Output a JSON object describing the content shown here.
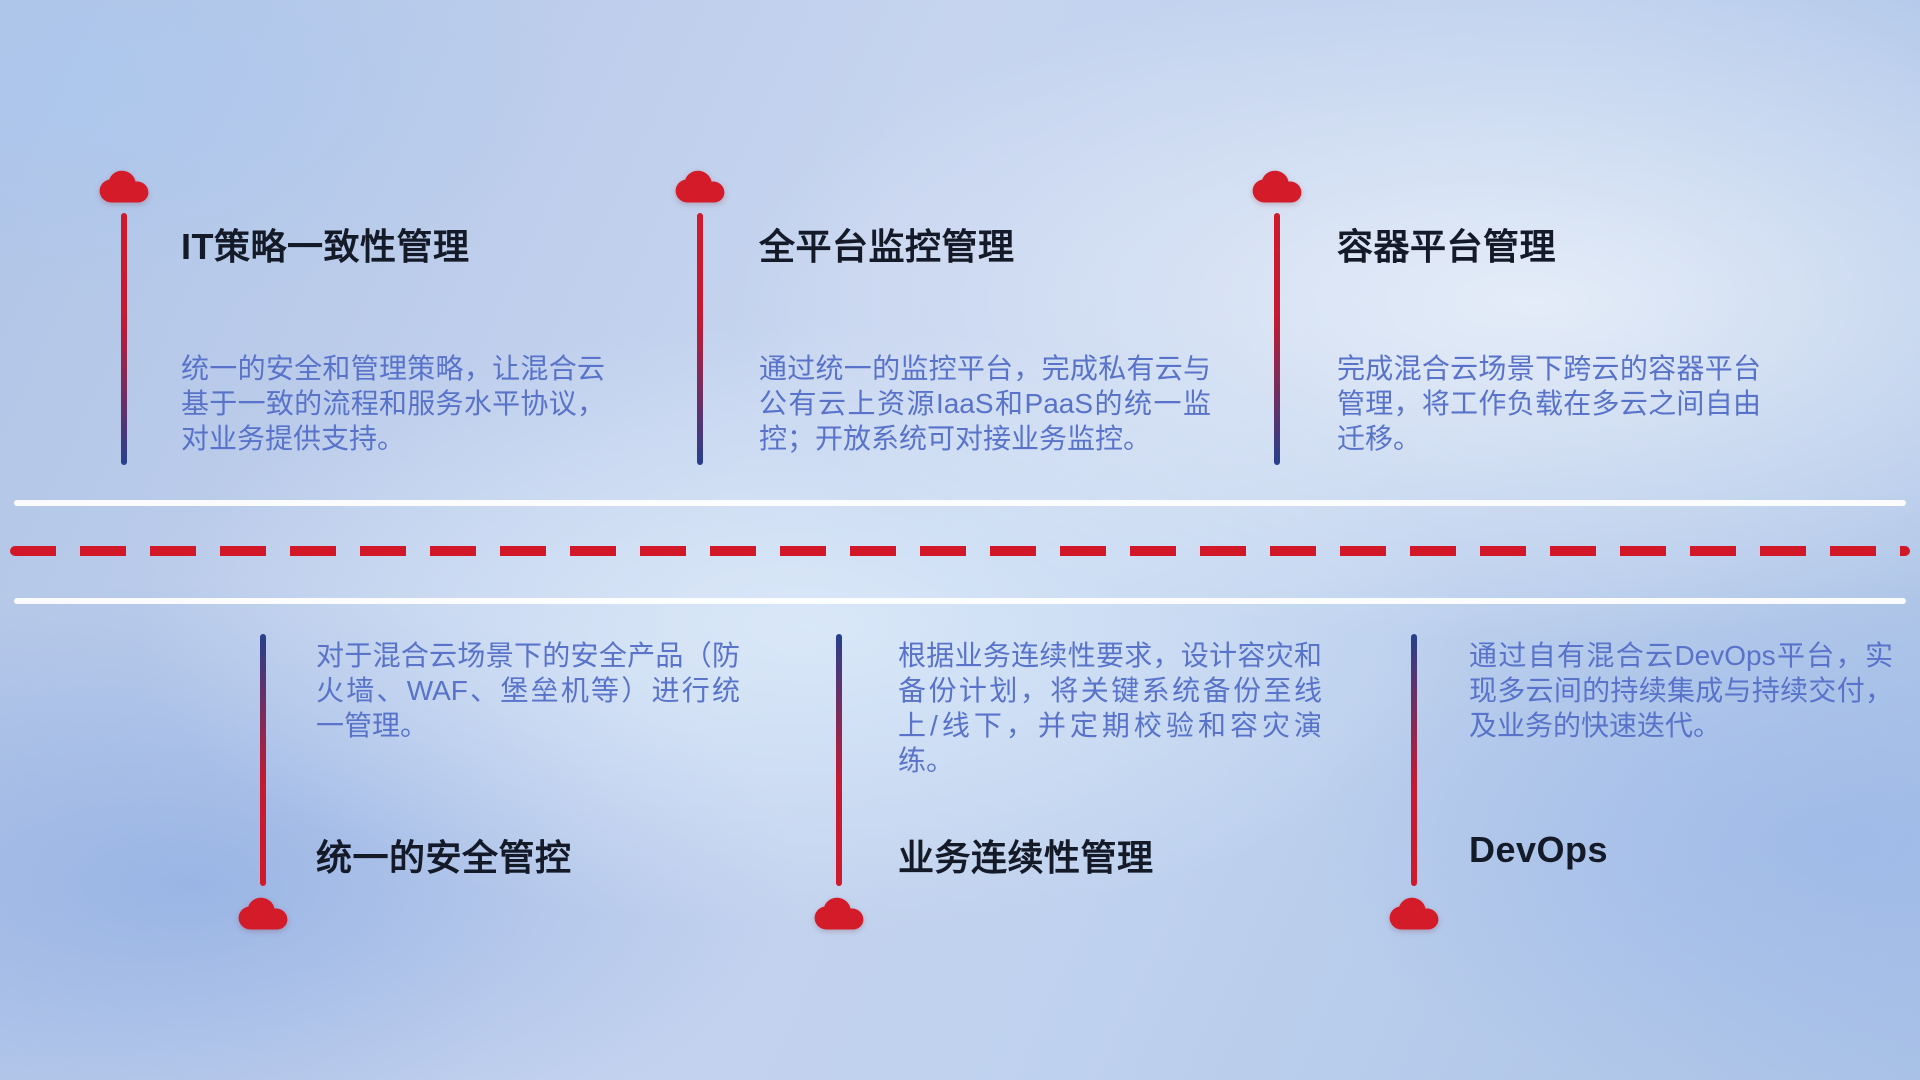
{
  "colors": {
    "accent_red": "#d21828",
    "connector_blue": "#26408d",
    "title_text": "#141a28",
    "description_text": "#5873c9",
    "divider_white": "#ffffff"
  },
  "icons": {
    "item_marker": "cloud-icon"
  },
  "top_items": [
    {
      "title": "IT策略一致性管理",
      "desc": "统一的安全和管理策略，让混合云基于一致的流程和服务水平协议，对业务提供支持。",
      "icon": "cloud-icon"
    },
    {
      "title": "全平台监控管理",
      "desc": "通过统一的监控平台，完成私有云与公有云上资源IaaS和PaaS的统一监控；开放系统可对接业务监控。",
      "icon": "cloud-icon"
    },
    {
      "title": "容器平台管理",
      "desc": "完成混合云场景下跨云的容器平台管理，将工作负载在多云之间自由迁移。",
      "icon": "cloud-icon"
    }
  ],
  "bottom_items": [
    {
      "title": "统一的安全管控",
      "desc": "对于混合云场景下的安全产品（防火墙、WAF、堡垒机等）进行统一管理。",
      "icon": "cloud-icon"
    },
    {
      "title": "业务连续性管理",
      "desc": "根据业务连续性要求，设计容灾和备份计划，将关键系统备份至线上/线下，并定期校验和容灾演练。",
      "icon": "cloud-icon"
    },
    {
      "title": "DevOps",
      "desc": "通过自有混合云DevOps平台，实现多云间的持续集成与持续交付，及业务的快速迭代。",
      "icon": "cloud-icon"
    }
  ]
}
